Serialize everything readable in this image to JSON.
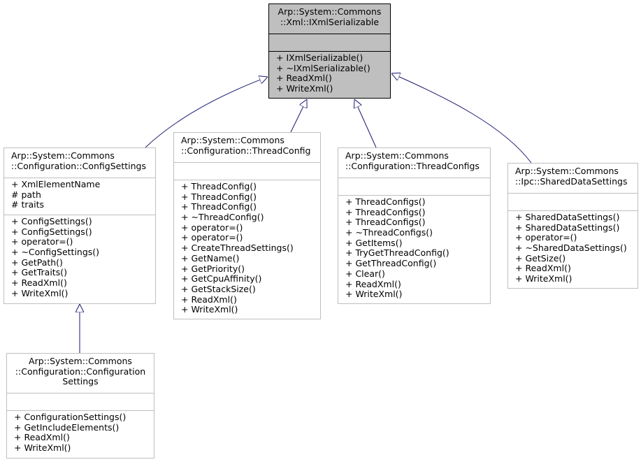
{
  "nodes": {
    "ixml": {
      "name": [
        "Arp::System::Commons",
        "::Xml::IXmlSerializable"
      ],
      "attributes": [],
      "methods": [
        "+ IXmlSerializable()",
        "+ ~IXmlSerializable()",
        "+ ReadXml()",
        "+ WriteXml()"
      ]
    },
    "configsettings": {
      "name": [
        "Arp::System::Commons",
        "::Configuration::ConfigSettings"
      ],
      "attributes": [
        "+ XmlElementName",
        "# path",
        "# traits"
      ],
      "methods": [
        "+ ConfigSettings()",
        "+ ConfigSettings()",
        "+ operator=()",
        "+ ~ConfigSettings()",
        "+ GetPath()",
        "+ GetTraits()",
        "+ ReadXml()",
        "+ WriteXml()"
      ]
    },
    "threadconfig": {
      "name": [
        "Arp::System::Commons",
        "::Configuration::ThreadConfig"
      ],
      "attributes": [],
      "methods": [
        "+ ThreadConfig()",
        "+ ThreadConfig()",
        "+ ThreadConfig()",
        "+ ~ThreadConfig()",
        "+ operator=()",
        "+ operator=()",
        "+ CreateThreadSettings()",
        "+ GetName()",
        "+ GetPriority()",
        "+ GetCpuAffinity()",
        "+ GetStackSize()",
        "+ ReadXml()",
        "+ WriteXml()"
      ]
    },
    "threadconfigs": {
      "name": [
        "Arp::System::Commons",
        "::Configuration::ThreadConfigs"
      ],
      "attributes": [],
      "methods": [
        "+ ThreadConfigs()",
        "+ ThreadConfigs()",
        "+ ThreadConfigs()",
        "+ ~ThreadConfigs()",
        "+ GetItems()",
        "+ TryGetThreadConfig()",
        "+ GetThreadConfig()",
        "+ Clear()",
        "+ ReadXml()",
        "+ WriteXml()"
      ]
    },
    "shareddata": {
      "name": [
        "Arp::System::Commons",
        "::Ipc::SharedDataSettings"
      ],
      "attributes": [],
      "methods": [
        "+ SharedDataSettings()",
        "+ SharedDataSettings()",
        "+ operator=()",
        "+ ~SharedDataSettings()",
        "+ GetSize()",
        "+ ReadXml()",
        "+ WriteXml()"
      ]
    },
    "configurationsettings": {
      "name": [
        "Arp::System::Commons",
        "::Configuration::Configuration",
        "Settings"
      ],
      "attributes": [],
      "methods": [
        "+ ConfigurationSettings()",
        "+ GetIncludeElements()",
        "+ ReadXml()",
        "+ WriteXml()"
      ]
    }
  },
  "colors": {
    "edge": "#191970",
    "highlight_fill": "#bfbfbf",
    "box_border": "#bfbfbf"
  }
}
